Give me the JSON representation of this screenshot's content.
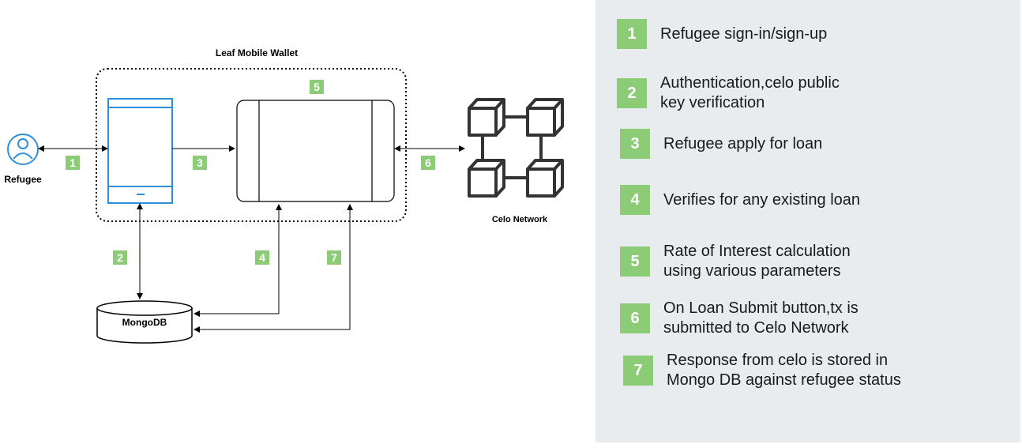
{
  "diagram": {
    "wallet_label": "Leaf Mobile Wallet",
    "refugee_label": "Refugee",
    "mongodb_label": "MongoDB",
    "celo_label": "Celo Network",
    "step_badges": [
      "1",
      "2",
      "3",
      "4",
      "5",
      "6",
      "7"
    ]
  },
  "legend": {
    "items": [
      {
        "num": "1",
        "lines": [
          "Refugee sign-in/sign-up",
          ""
        ]
      },
      {
        "num": "2",
        "lines": [
          "Authentication,celo public",
          "key verification"
        ]
      },
      {
        "num": "3",
        "lines": [
          "Refugee apply for loan",
          ""
        ]
      },
      {
        "num": "4",
        "lines": [
          "Verifies for any existing loan",
          ""
        ]
      },
      {
        "num": "5",
        "lines": [
          "Rate of Interest calculation",
          "using various parameters"
        ]
      },
      {
        "num": "6",
        "lines": [
          "On Loan Submit button,tx is",
          "submitted to Celo Network"
        ]
      },
      {
        "num": "7",
        "lines": [
          "Response from celo is stored in",
          "Mongo DB against refugee status"
        ]
      }
    ]
  },
  "colors": {
    "badge_green": "#8ccc76",
    "phone_blue": "#2f8fd8",
    "panel_bg": "#e9ecee",
    "stroke": "#000000"
  }
}
